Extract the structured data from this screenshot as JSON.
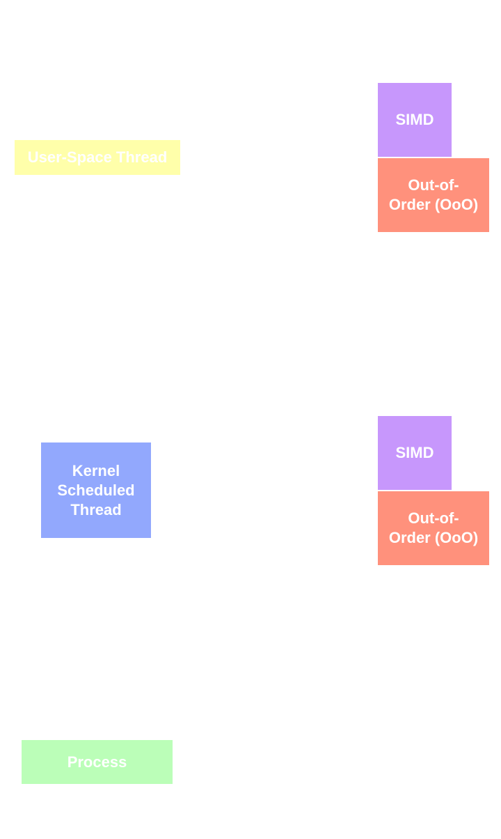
{
  "nodes": {
    "user_space_thread": {
      "label": "User-Space Thread",
      "color": "#ffffaa"
    },
    "kernel_scheduled_thread": {
      "label": "Kernel\nScheduled\nThread",
      "color": "#92a8fd"
    },
    "process": {
      "label": "Process",
      "color": "#bbfeb8"
    },
    "simd_top": {
      "label": "SIMD",
      "color": "#c797fc"
    },
    "ooo_top": {
      "label": "Out-of-\nOrder (OoO)",
      "color": "#ff917c"
    },
    "simd_bottom": {
      "label": "SIMD",
      "color": "#c797fc"
    },
    "ooo_bottom": {
      "label": "Out-of-\nOrder (OoO)",
      "color": "#ff917c"
    }
  }
}
